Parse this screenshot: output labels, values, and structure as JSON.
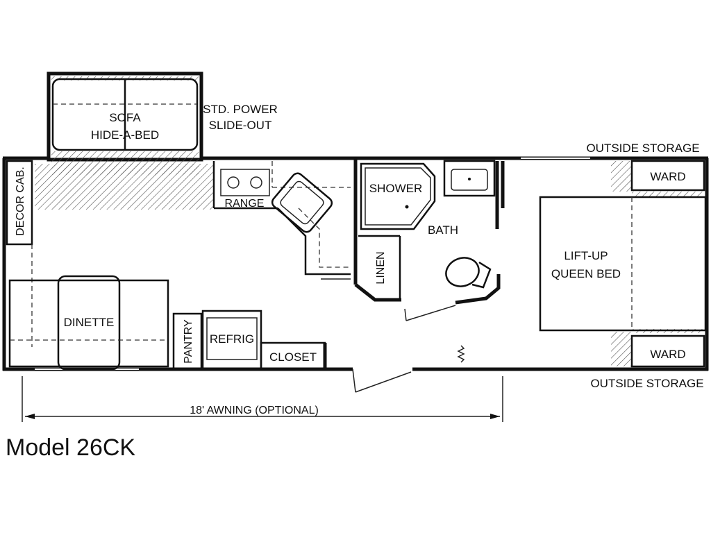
{
  "model": "Model 26CK",
  "labels": {
    "sofa_line1": "SOFA",
    "sofa_line2": "HIDE-A-BED",
    "slide_line1": "STD. POWER",
    "slide_line2": "SLIDE-OUT",
    "outside_storage_top": "OUTSIDE STORAGE",
    "outside_storage_bottom": "OUTSIDE STORAGE",
    "decor_cab": "DECOR CAB.",
    "range": "RANGE",
    "shower": "SHOWER",
    "bath": "BATH",
    "linen": "LINEN",
    "ward_top": "WARD",
    "ward_bottom": "WARD",
    "bed_line1": "LIFT-UP",
    "bed_line2": "QUEEN BED",
    "dinette": "DINETTE",
    "pantry": "PANTRY",
    "refrig": "REFRIG",
    "closet": "CLOSET",
    "awning": "18' AWNING (OPTIONAL)"
  },
  "colors": {
    "line": "#111111",
    "background": "#ffffff"
  }
}
